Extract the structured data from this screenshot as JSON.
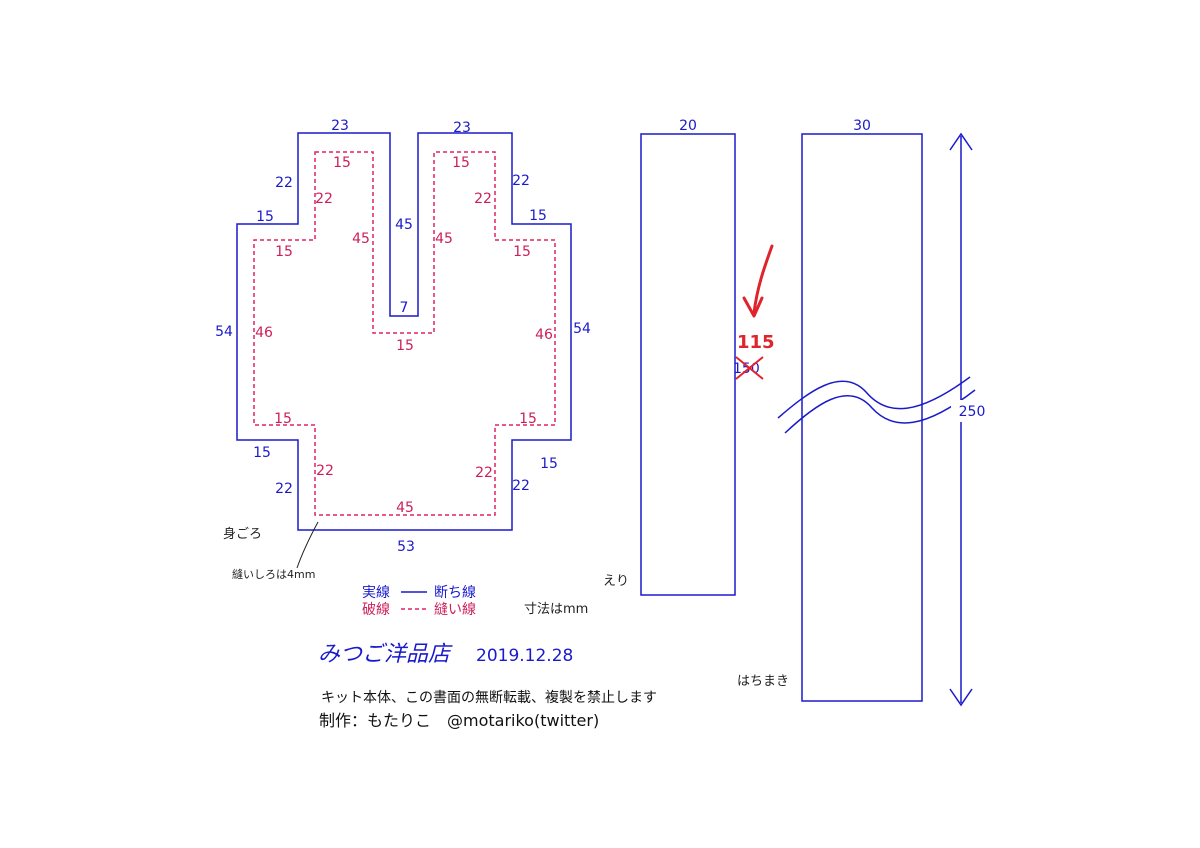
{
  "body_piece": {
    "name": "身ごろ",
    "seam_allowance_note": "縫いしろは4mm",
    "cut_dims": {
      "top_left": "23",
      "top_right": "23",
      "left_upper_vertical": "22",
      "right_upper_vertical": "22",
      "left_shoulder": "15",
      "right_shoulder": "15",
      "left_side": "54",
      "right_side": "54",
      "left_lower_step": "15",
      "right_lower_step": "15",
      "left_lower_vertical": "22",
      "right_lower_vertical": "22",
      "bottom": "53",
      "slit_depth": "45",
      "slit_width": "7"
    },
    "sew_dims": {
      "top_left": "15",
      "top_right": "15",
      "left_upper_vertical": "22",
      "right_upper_vertical": "22",
      "slit_left": "45",
      "slit_right": "45",
      "left_shoulder": "15",
      "right_shoulder": "15",
      "left_side": "46",
      "right_side": "46",
      "slit_bottom": "15",
      "left_lower_step": "15",
      "right_lower_step": "15",
      "left_lower_vertical": "22",
      "right_lower_vertical": "22",
      "bottom": "45"
    }
  },
  "collar_piece": {
    "name": "えり",
    "width": "20",
    "original_length": "150",
    "corrected_length": "115"
  },
  "headband_piece": {
    "name": "はちまき",
    "width": "30",
    "length": "250"
  },
  "legend": {
    "solid_label": "実線",
    "solid_meaning": "断ち線",
    "dashed_label": "破線",
    "dashed_meaning": "縫い線",
    "units_note": "寸法はmm"
  },
  "colors": {
    "cut_line": "#1a1acc",
    "sew_line": "#e0245e",
    "correction": "#e0242c"
  },
  "footer": {
    "brand": "みつご洋品店",
    "date": "2019.12.28",
    "notice": "キット本体、この書面の無断転載、複製を禁止します",
    "credit": "制作：もたりこ　@motariko(twitter)"
  }
}
